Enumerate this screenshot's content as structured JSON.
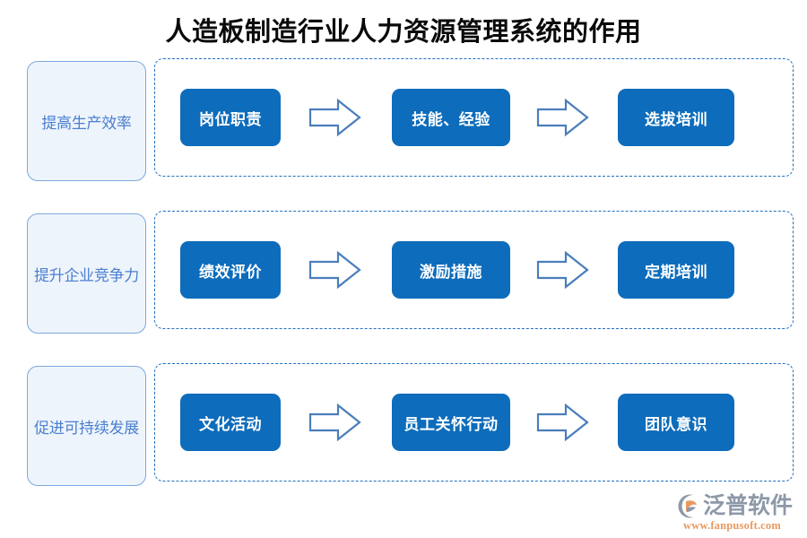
{
  "title": "人造板制造行业人力资源管理系统的作用",
  "rows": [
    {
      "label": "提高生产效率",
      "nodes": [
        "岗位职责",
        "技能、经验",
        "选拔培训"
      ],
      "arrows": [
        "arrow-right-icon",
        "arrow-right-icon"
      ]
    },
    {
      "label": "提升企业竞争力",
      "nodes": [
        "绩效评价",
        "激励措施",
        "定期培训"
      ],
      "arrows": [
        "arrow-right-icon",
        "arrow-right-icon"
      ]
    },
    {
      "label": "促进可持续发展",
      "nodes": [
        "文化活动",
        "员工关怀行动",
        "团队意识"
      ],
      "arrows": [
        "arrow-right-icon",
        "arrow-right-icon"
      ]
    }
  ],
  "logo": {
    "mark": "fanpu-logo-icon",
    "word": "泛普软件",
    "url": "www.fanpusoft.com"
  },
  "colors": {
    "node_blue": "#0d6cbb",
    "label_fill": "#eef4fb",
    "label_border": "#7aa8dd",
    "label_text": "#4a7fd0",
    "dashed_border": "#1f6fc0",
    "arrow_stroke": "#4a7ebb",
    "title_text": "#0a0a0a",
    "logo_word": "#8d98a8",
    "logo_url": "#e8995f",
    "logo_mark_arc": "#8d98a8",
    "logo_mark_leaf": "#e8995f"
  }
}
